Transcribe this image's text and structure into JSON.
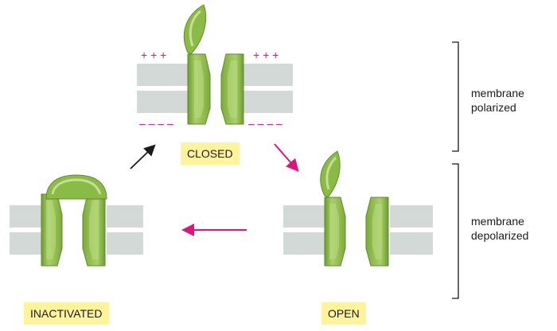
{
  "states": {
    "closed": {
      "label": "CLOSED",
      "charge_above": "+ + +",
      "charge_below": "– – – –"
    },
    "open": {
      "label": "OPEN"
    },
    "inactivated": {
      "label": "INACTIVATED"
    }
  },
  "brackets": {
    "polarized": {
      "line1": "membrane",
      "line2": "polarized"
    },
    "depolarized": {
      "line1": "membrane",
      "line2": "depolarized"
    }
  },
  "colors": {
    "membrane": "#d3d9d6",
    "protein_light": "#a9cf6a",
    "protein_mid": "#8bbb47",
    "protein_dark": "#5f8b2a",
    "charge": "#e0147f",
    "arrow_magenta": "#e0147f",
    "arrow_black": "#1a1a1a",
    "label_bg": "#fff39c"
  }
}
